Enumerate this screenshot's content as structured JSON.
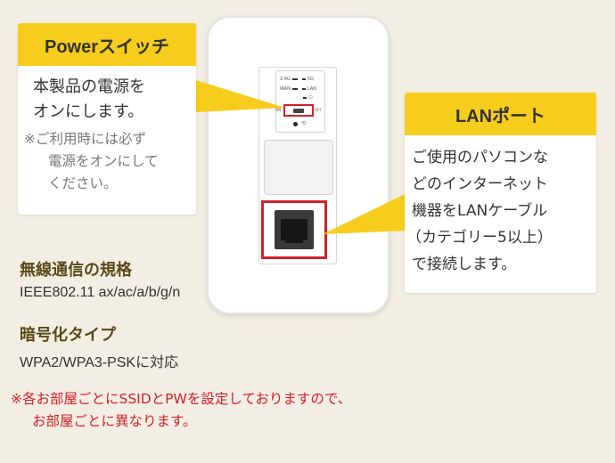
{
  "device": {
    "indicators": [
      "2.4G",
      "5G",
      "WAN",
      "LAN"
    ],
    "switch_on": "ON",
    "switch_off": "OFF",
    "reset_symbol": "⟲"
  },
  "power_callout": {
    "title": "Powerスイッチ",
    "body_lines": [
      "本製品の電源を",
      "オンにします。"
    ],
    "note_lines": [
      "※ご利用時には必ず",
      "電源をオンにして",
      "ください。"
    ]
  },
  "lan_callout": {
    "title": "LANポート",
    "body_lines": [
      "ご使用のパソコンな",
      "どのインターネット",
      "機器をLANケーブル",
      "（カテゴリー5以上）",
      "で接続します。"
    ]
  },
  "specs": {
    "wireless_title": "無線通信の規格",
    "wireless_value": "IEEE802.11 ax/ac/a/b/g/n",
    "encryption_title": "暗号化タイプ",
    "encryption_value": "WPA2/WPA3-PSKに対応"
  },
  "note_lines": [
    "※各お部屋ごとにSSIDとPWを設定しておりますので、",
    "お部屋ごとに異なります。"
  ],
  "colors": {
    "background": "#f3eee3",
    "callout_header": "#f6cd1c",
    "highlight_red": "#d0212a",
    "spec_title": "#5a4a1a"
  }
}
